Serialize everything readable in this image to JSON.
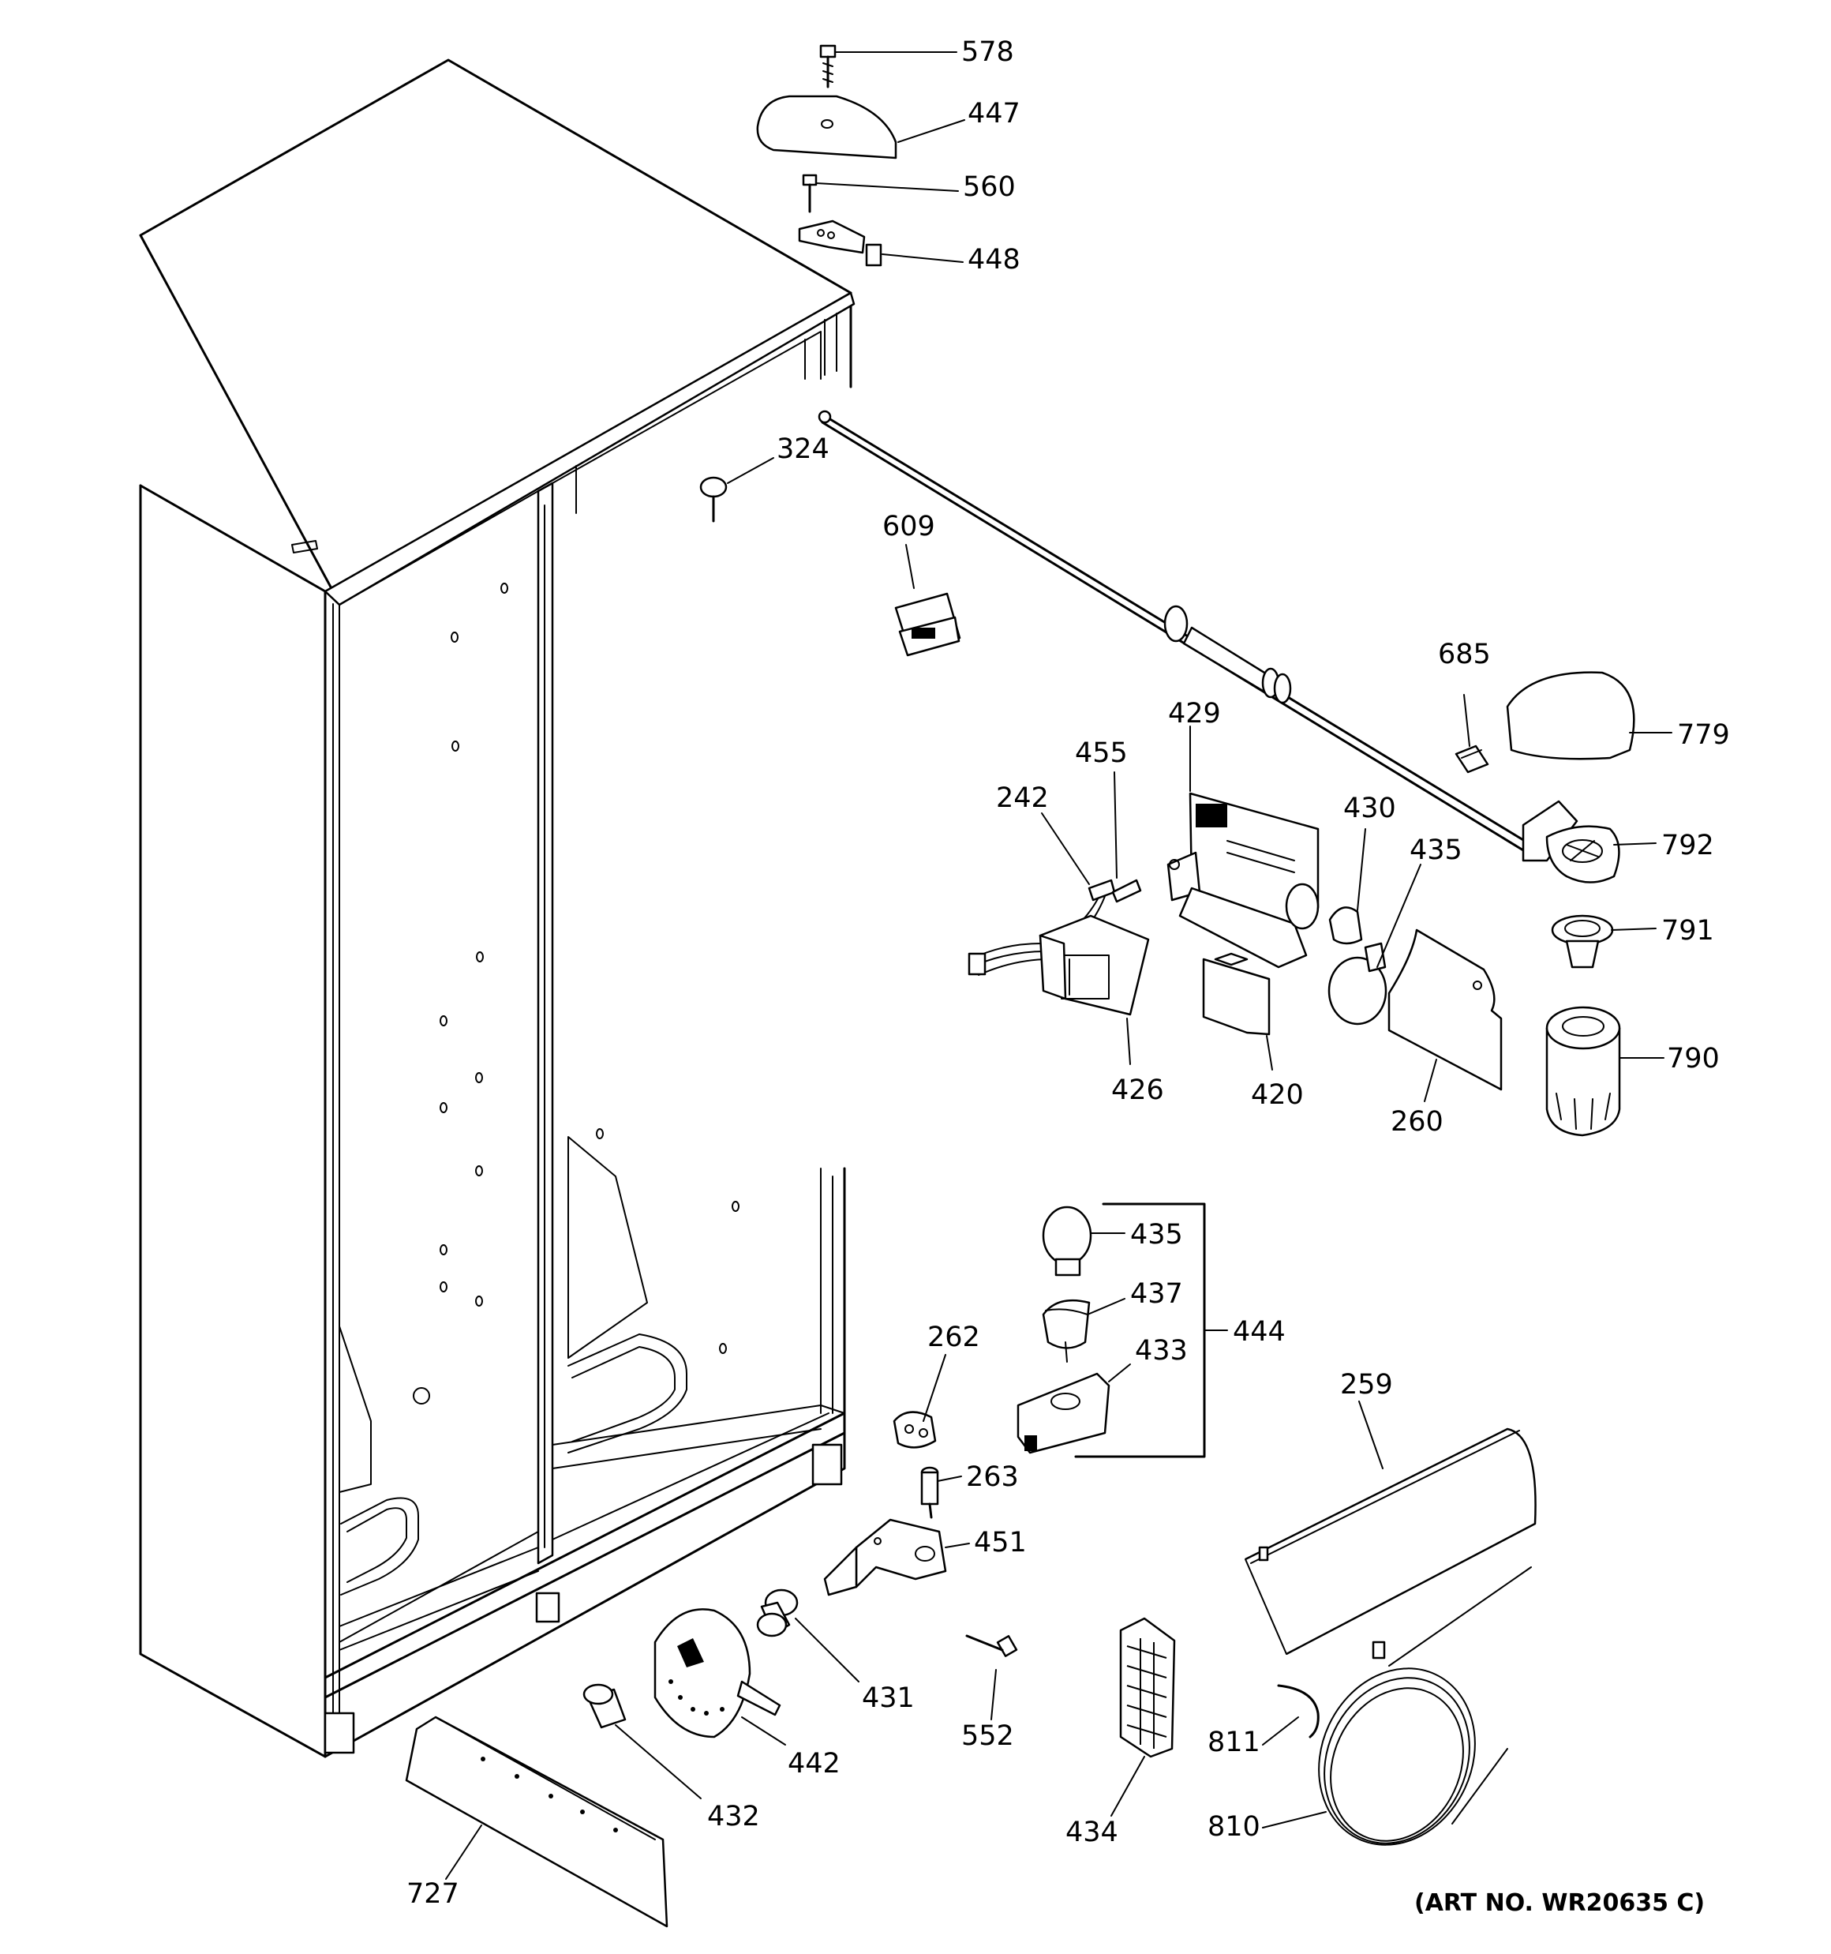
{
  "diagram": {
    "callouts": [
      {
        "id": "578",
        "label": "578"
      },
      {
        "id": "447",
        "label": "447"
      },
      {
        "id": "560",
        "label": "560"
      },
      {
        "id": "448",
        "label": "448"
      },
      {
        "id": "324",
        "label": "324"
      },
      {
        "id": "609",
        "label": "609"
      },
      {
        "id": "685",
        "label": "685"
      },
      {
        "id": "779",
        "label": "779"
      },
      {
        "id": "429",
        "label": "429"
      },
      {
        "id": "455",
        "label": "455"
      },
      {
        "id": "242",
        "label": "242"
      },
      {
        "id": "430",
        "label": "430"
      },
      {
        "id": "435a",
        "label": "435"
      },
      {
        "id": "792",
        "label": "792"
      },
      {
        "id": "791",
        "label": "791"
      },
      {
        "id": "790",
        "label": "790"
      },
      {
        "id": "426",
        "label": "426"
      },
      {
        "id": "420",
        "label": "420"
      },
      {
        "id": "260",
        "label": "260"
      },
      {
        "id": "435b",
        "label": "435"
      },
      {
        "id": "437",
        "label": "437"
      },
      {
        "id": "433",
        "label": "433"
      },
      {
        "id": "444",
        "label": "444"
      },
      {
        "id": "262",
        "label": "262"
      },
      {
        "id": "263",
        "label": "263"
      },
      {
        "id": "451",
        "label": "451"
      },
      {
        "id": "259",
        "label": "259"
      },
      {
        "id": "431",
        "label": "431"
      },
      {
        "id": "442",
        "label": "442"
      },
      {
        "id": "432",
        "label": "432"
      },
      {
        "id": "552",
        "label": "552"
      },
      {
        "id": "434",
        "label": "434"
      },
      {
        "id": "811",
        "label": "811"
      },
      {
        "id": "810",
        "label": "810"
      },
      {
        "id": "727",
        "label": "727"
      }
    ],
    "art_number": "(ART NO. WR20635 C)"
  }
}
